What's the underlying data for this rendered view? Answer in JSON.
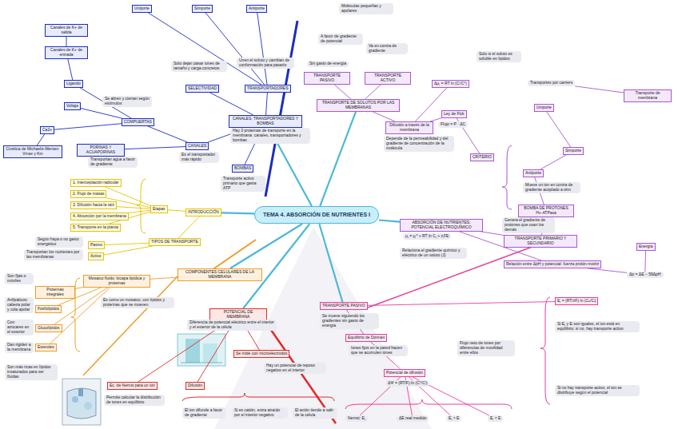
{
  "diagram": {
    "nodes": [
      {
        "text": [
          "TEMA 4. ABSORCIÓN DE NUTRIENTES I"
        ]
      },
      {
        "text": [
          "CANALES, TRANSPORTADORES Y BOMBAS"
        ]
      },
      {
        "text": [
          "Hay 3 proteínas de transporte en la membrana: canales, transportadores y bombas"
        ]
      },
      {
        "text": [
          "BOMBAS"
        ]
      },
      {
        "text": [
          "Transporte activo primario que gasta ATP"
        ]
      },
      {
        "text": [
          "CANALES"
        ]
      },
      {
        "text": [
          "Es el transportador más rápido"
        ]
      },
      {
        "text": [
          "SELECTIVIDAD"
        ]
      },
      {
        "text": [
          "Solo dejan pasar iones de tamaño y carga concretos"
        ]
      },
      {
        "text": [
          "TRANSPORTADORES"
        ]
      },
      {
        "text": [
          "Unen el soluto y cambian de conformación para pasarlo"
        ]
      },
      {
        "text": [
          "Uniporte"
        ]
      },
      {
        "text": [
          "Simporte"
        ]
      },
      {
        "text": [
          "Antiporte"
        ]
      },
      {
        "text": [
          "COMPUERTAS"
        ]
      },
      {
        "text": [
          "Se abren y cierran según estímulos"
        ]
      },
      {
        "text": [
          "Voltaje"
        ]
      },
      {
        "text": [
          "Ligando"
        ]
      },
      {
        "text": [
          "Canales de K+ de entrada"
        ]
      },
      {
        "text": [
          "Canales de K+ de salida"
        ]
      },
      {
        "text": [
          "Ca2+"
        ]
      },
      {
        "text": [
          "Cinética de Michaelis-Menten: Vmax y Km"
        ]
      },
      {
        "text": [
          "PORINAS Y ACUAPORINAS"
        ]
      },
      {
        "text": [
          "Transportan agua a favor de gradiente"
        ]
      },
      {
        "text": [
          "INTRODUCCIÓN"
        ]
      },
      {
        "text": [
          "1. Interceptación radicular"
        ]
      },
      {
        "text": [
          "2. Flujo de masas"
        ]
      },
      {
        "text": [
          "3. Difusión hacia la raíz"
        ]
      },
      {
        "text": [
          "4. Absorción por la membrana"
        ]
      },
      {
        "text": [
          "5. Transporte en la planta"
        ]
      },
      {
        "text": [
          "Etapas"
        ]
      },
      {
        "text": [
          "TIPOS DE TRANSPORTE"
        ]
      },
      {
        "text": [
          "Pasivo"
        ]
      },
      {
        "text": [
          "Activo"
        ]
      },
      {
        "text": [
          "Según haya o no gasto energético"
        ]
      },
      {
        "text": [
          "Transportan los nutrientes por las membranas"
        ]
      },
      {
        "text": [
          "COMPONENTES CELULARES DE LA MEMBRANA"
        ]
      },
      {
        "text": [
          "Mosaico fluido: bicapa lipídica y proteínas"
        ]
      },
      {
        "text": [
          "Proteínas integrales"
        ]
      },
      {
        "text": [
          "Fosfolípidos"
        ]
      },
      {
        "text": [
          "Glucolípidos"
        ]
      },
      {
        "text": [
          "Esteroles"
        ]
      },
      {
        "text": [
          "Son fijas o móviles"
        ]
      },
      {
        "text": [
          "Anfipáticos: cabeza polar y cola apolar"
        ]
      },
      {
        "text": [
          "Con azúcares en el exterior"
        ]
      },
      {
        "text": [
          "Dan rigidez a la membrana"
        ]
      },
      {
        "text": [
          "Es como un mosaico, con lípidos y proteínas que se mueven"
        ]
      },
      {
        "text": [
          "Son más ricas en lípidos insaturados para ser fluidas"
        ]
      },
      {
        "text": [
          "POTENCIAL DE MEMBRANA"
        ]
      },
      {
        "text": [
          "Diferencia de potencial eléctrico entre el interior y el exterior de la célula"
        ]
      },
      {
        "text": [
          "Se mide con microelectrodos"
        ]
      },
      {
        "text": [
          "Hay un potencial de reposo negativo en el interior"
        ]
      },
      {
        "text": [
          "Ec. de Nernst para un ion"
        ]
      },
      {
        "text": [
          "Permite calcular la distribución de iones en equilibrio"
        ]
      },
      {
        "text": [
          "Difusión"
        ]
      },
      {
        "text": [
          "El ion difunde a favor de gradiente"
        ]
      },
      {
        "text": [
          "Si es catión, entra atraído por el interior negativo"
        ]
      },
      {
        "text": [
          "El anión tiende a salir de la célula"
        ]
      },
      {
        "text": [
          "TRANSPORTE PASIVO"
        ]
      },
      {
        "text": [
          "Se mueve siguiendo los gradientes sin gasto de energía"
        ]
      },
      {
        "text": [
          "Equilibrio de Donnan"
        ]
      },
      {
        "text": [
          "Iones fijos en la pared hacen que se acumulen iones"
        ]
      },
      {
        "text": [
          "Potencial de difusión"
        ]
      },
      {
        "text": [
          "ΔΨ = (RT/F)·ln (C°/Cⁱ)"
        ]
      },
      {
        "text": [
          "Flujo neto de iones por diferencias de movilidad entre ellos"
        ]
      },
      {
        "text": [
          "Nernst: Eⱼ"
        ]
      },
      {
        "text": [
          "ΔE real medido"
        ]
      },
      {
        "text": [
          "Eⱼ > E"
        ]
      },
      {
        "text": [
          "Eⱼ < E"
        ]
      },
      {
        "text": [
          "Eⱼ = (RT/zF)·ln (Cₒ/Cᵢ)"
        ]
      },
      {
        "text": [
          "Si Eⱼ y E son iguales, el ion está en equilibrio; si no, hay transporte activo"
        ]
      },
      {
        "text": [
          "Si no hay transporte activo, el ion se distribuye según el potencial"
        ]
      },
      {
        "text": [
          "ABSORCIÓN DE NUTRIENTES: POTENCIAL ELECTROQUÍMICO"
        ]
      },
      {
        "text": [
          "μⱼ = μⱼ* + RT ln Cⱼ + zⱼFE"
        ]
      },
      {
        "text": [
          "Relaciona el gradiente químico y eléctrico de un soluto (J)"
        ]
      },
      {
        "text": [
          "TRANSPORTE DE SOLUTOS POR LAS MEMBRANAS"
        ]
      },
      {
        "text": [
          "TRANSPORTE PASIVO"
        ]
      },
      {
        "text": [
          "Sin gasto de energía"
        ]
      },
      {
        "text": [
          "TRANSPORTE ACTIVO"
        ]
      },
      {
        "text": [
          "A favor de gradiente de potencial"
        ]
      },
      {
        "text": [
          "Va en contra de gradiente"
        ]
      },
      {
        "text": [
          "Moléculas pequeñas y apolares"
        ]
      },
      {
        "text": [
          "Difusión a través de la membrana"
        ]
      },
      {
        "text": [
          "Depende de la permeabilidad y del gradiente de concentración de la molécula"
        ]
      },
      {
        "text": [
          "Δμⱼ = RT ln (Cⁱ/C°)"
        ]
      },
      {
        "text": [
          "Ley de Fick"
        ]
      },
      {
        "text": [
          "Flujo = P · ΔC"
        ]
      },
      {
        "text": [
          "Solo si el soluto es soluble en lípidos"
        ]
      },
      {
        "text": [
          "CRITERIO"
        ]
      },
      {
        "text": [
          "Transportes por carriers"
        ]
      },
      {
        "text": [
          "Transporte de membrana"
        ]
      },
      {
        "text": [
          "Uniporte"
        ]
      },
      {
        "text": [
          "Simporte"
        ]
      },
      {
        "text": [
          "Antiporte"
        ]
      },
      {
        "text": [
          "Mueve un ion en contra de gradiente acoplado a otro"
        ]
      },
      {
        "text": [
          "BOMBA DE PROTONES H+-ATPasa"
        ]
      },
      {
        "text": [
          "Genera el gradiente de protones que usan los demás"
        ]
      },
      {
        "text": [
          "TRANSPORTE PRIMARIO Y SECUNDARIO"
        ]
      },
      {
        "text": [
          "Relación entre ΔpH y potencial: fuerza protón-motriz"
        ]
      },
      {
        "text": [
          "Δp = ΔE − 59ΔpH"
        ]
      },
      {
        "text": [
          "Energía"
        ]
      }
    ],
    "edges": [
      {
        "from": 0,
        "to": 1,
        "arrow": "none"
      },
      {
        "from": 0,
        "to": 24,
        "arrow": "none"
      },
      {
        "from": 0,
        "to": 36,
        "arrow": "none"
      },
      {
        "from": 0,
        "to": 48,
        "arrow": "none"
      },
      {
        "from": 0,
        "to": 58,
        "arrow": "none"
      },
      {
        "from": 0,
        "to": 72,
        "arrow": "none"
      },
      {
        "from": 0,
        "to": 75,
        "arrow": "none"
      },
      {
        "from": 1,
        "to": 3,
        "arrow": "none"
      },
      {
        "from": 1,
        "to": 5,
        "arrow": "none"
      },
      {
        "from": 1,
        "to": 7,
        "arrow": "none"
      },
      {
        "from": 1,
        "to": 9,
        "arrow": "none"
      },
      {
        "from": 5,
        "to": 14,
        "arrow": "none"
      },
      {
        "from": 14,
        "to": 16,
        "arrow": "none"
      },
      {
        "from": 14,
        "to": 17,
        "arrow": "none"
      },
      {
        "from": 17,
        "to": 18,
        "arrow": "none"
      },
      {
        "from": 18,
        "to": 19,
        "arrow": "none"
      },
      {
        "from": 14,
        "to": 20,
        "arrow": "none"
      },
      {
        "from": 20,
        "to": 21,
        "arrow": "none"
      },
      {
        "from": 5,
        "to": 22,
        "arrow": "none"
      },
      {
        "from": 9,
        "to": 11,
        "arrow": "none"
      },
      {
        "from": 9,
        "to": 12,
        "arrow": "none"
      },
      {
        "from": 9,
        "to": 13,
        "arrow": "none"
      },
      {
        "from": 24,
        "to": 30,
        "arrow": "none"
      },
      {
        "from": 30,
        "to": 25,
        "arrow": "none"
      },
      {
        "from": 30,
        "to": 26,
        "arrow": "none"
      },
      {
        "from": 30,
        "to": 27,
        "arrow": "none"
      },
      {
        "from": 30,
        "to": 28,
        "arrow": "none"
      },
      {
        "from": 30,
        "to": 29,
        "arrow": "none"
      },
      {
        "from": 24,
        "to": 31,
        "arrow": "none"
      },
      {
        "from": 31,
        "to": 32,
        "arrow": "none"
      },
      {
        "from": 31,
        "to": 33,
        "arrow": "none"
      },
      {
        "from": 36,
        "to": 37,
        "arrow": "none"
      },
      {
        "from": 37,
        "to": 38,
        "arrow": "none"
      },
      {
        "from": 37,
        "to": 39,
        "arrow": "none"
      },
      {
        "from": 37,
        "to": 40,
        "arrow": "none"
      },
      {
        "from": 37,
        "to": 41,
        "arrow": "none"
      },
      {
        "from": 48,
        "to": 50,
        "arrow": "none"
      },
      {
        "from": 48,
        "to": 52,
        "arrow": "none"
      },
      {
        "from": 48,
        "to": 54,
        "arrow": "none"
      },
      {
        "from": 58,
        "to": 60,
        "arrow": "none"
      },
      {
        "from": 60,
        "to": 62,
        "arrow": "none"
      },
      {
        "from": 62,
        "to": 65,
        "arrow": "none"
      },
      {
        "from": 62,
        "to": 66,
        "arrow": "none"
      },
      {
        "from": 62,
        "to": 67,
        "arrow": "none"
      },
      {
        "from": 62,
        "to": 68,
        "arrow": "none"
      },
      {
        "from": 58,
        "to": 69,
        "arrow": "none"
      },
      {
        "from": 75,
        "to": 76,
        "arrow": "none"
      },
      {
        "from": 75,
        "to": 78,
        "arrow": "none"
      },
      {
        "from": 75,
        "to": 82,
        "arrow": "none"
      },
      {
        "from": 82,
        "to": 84,
        "arrow": "none"
      },
      {
        "from": 82,
        "to": 85,
        "arrow": "none"
      },
      {
        "from": 85,
        "to": 88,
        "arrow": "none"
      },
      {
        "from": 72,
        "to": 97,
        "arrow": "none"
      },
      {
        "from": 97,
        "to": 95,
        "arrow": "none"
      },
      {
        "from": 95,
        "to": 93,
        "arrow": "none"
      },
      {
        "from": 93,
        "to": 92,
        "arrow": "none"
      },
      {
        "from": 92,
        "to": 91,
        "arrow": "none"
      },
      {
        "from": 89,
        "to": 90,
        "arrow": "none"
      },
      {
        "from": 72,
        "to": 98,
        "arrow": "none"
      },
      {
        "from": 98,
        "to": 99,
        "arrow": "none"
      },
      {
        "from": 99,
        "to": 100,
        "arrow": "none"
      }
    ]
  }
}
